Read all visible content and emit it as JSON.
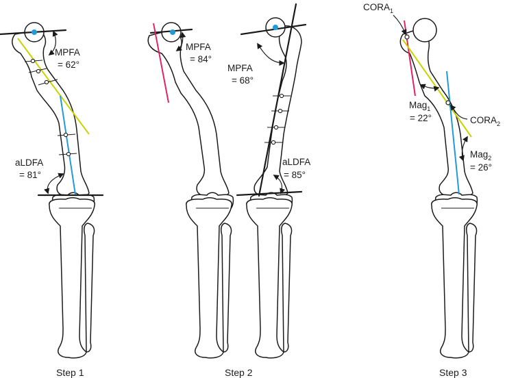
{
  "colors": {
    "outline": "#1a1a1a",
    "mechanical_axis": "#1f9bd7",
    "anatomic_axis_proximal": "#c8d400",
    "anatomic_axis_step2": "#e0245e",
    "femoral_head_center": "#1f9bd7"
  },
  "panels": [
    {
      "step_label": "Step 1",
      "angles": [
        {
          "name": "MPFA",
          "line1": "MPFA",
          "line2": "= 62°"
        },
        {
          "name": "aLDFA",
          "line1": "aLDFA",
          "line2": "= 81°"
        }
      ]
    },
    {
      "step_label": "Step 2",
      "angles": [
        {
          "name": "MPFA",
          "line1": "MPFA",
          "line2": "= 84°"
        },
        {
          "name": "MPFA",
          "line1": "MPFA",
          "line2": "= 68°"
        },
        {
          "name": "aLDFA",
          "line1": "aLDFA",
          "line2": "= 85°"
        }
      ]
    },
    {
      "step_label": "Step 3",
      "cora1": {
        "base": "CORA",
        "sub": "1"
      },
      "cora2": {
        "base": "CORA",
        "sub": "2"
      },
      "mag1": {
        "base": "Mag",
        "sub": "1",
        "value": "= 22°"
      },
      "mag2": {
        "base": "Mag",
        "sub": "2",
        "value": "= 26°"
      }
    }
  ]
}
